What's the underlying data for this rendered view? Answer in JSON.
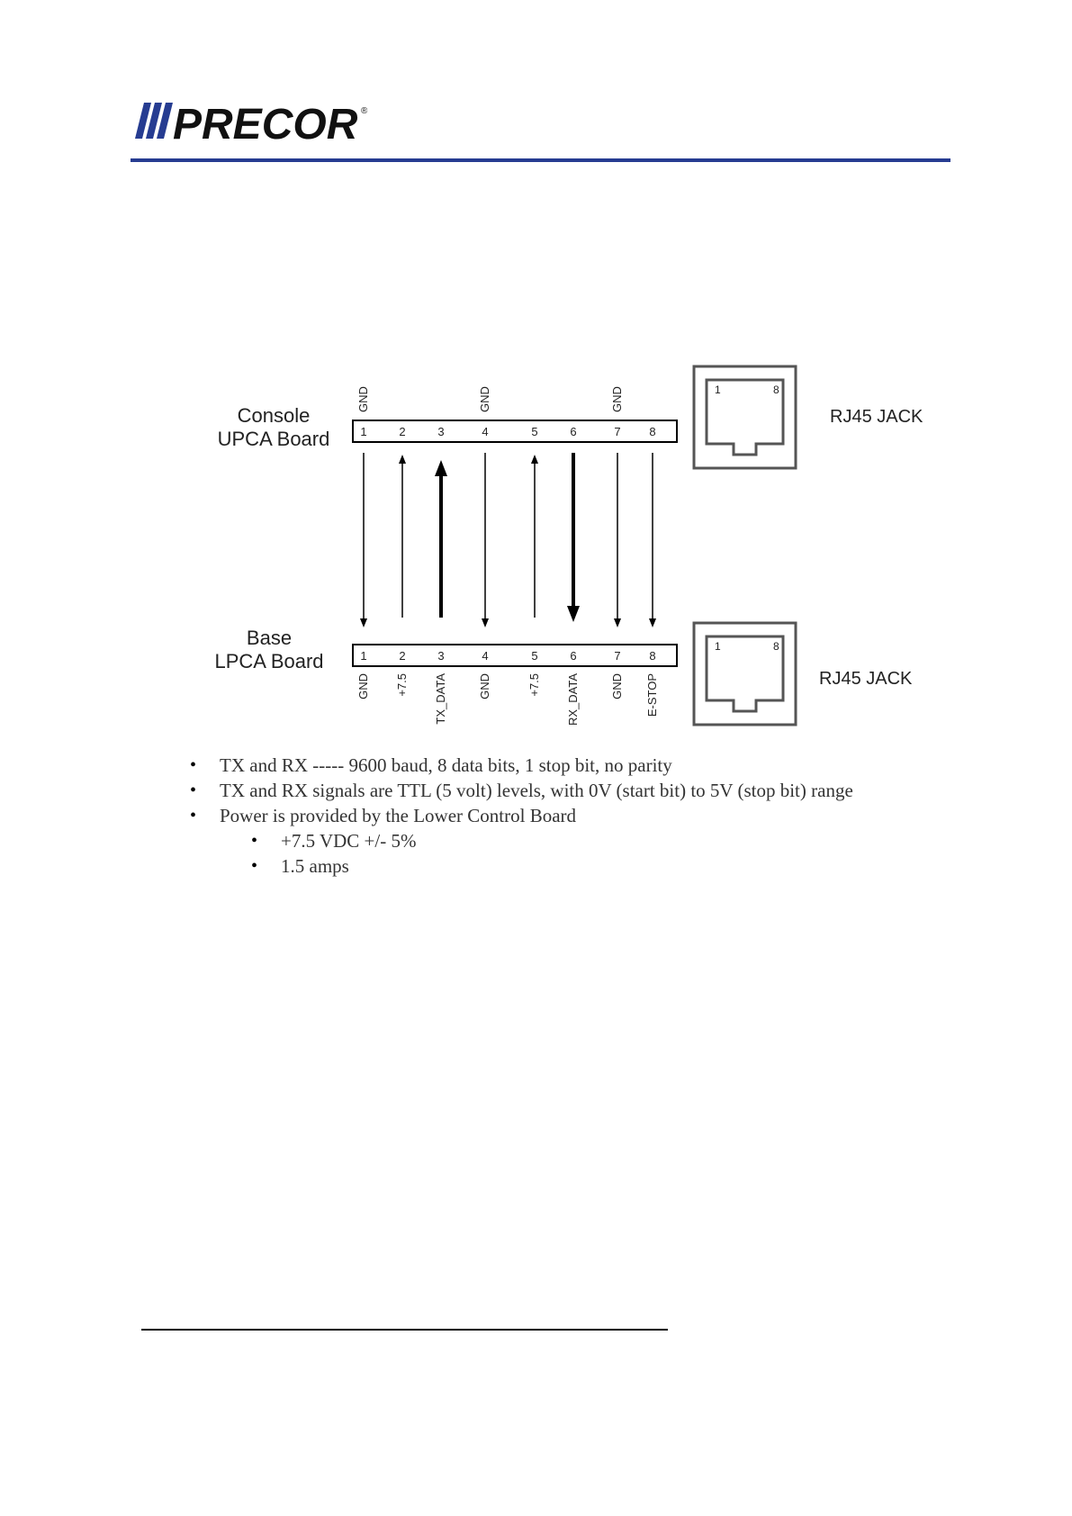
{
  "header": {
    "logo_text": "PRECOR",
    "logo_mark": "®",
    "brand_color": "#263C91"
  },
  "diagram": {
    "top_connector": {
      "label_line1": "Console",
      "label_line2": "UPCA Board",
      "pins": [
        "1",
        "2",
        "3",
        "4",
        "5",
        "6",
        "7",
        "8"
      ],
      "pin_labels": [
        "GND",
        "",
        "",
        "GND",
        "",
        "",
        "GND",
        ""
      ]
    },
    "bottom_connector": {
      "label_line1": "Base",
      "label_line2": "LPCA Board",
      "pins": [
        "1",
        "2",
        "3",
        "4",
        "5",
        "6",
        "7",
        "8"
      ],
      "pin_labels": [
        "GND",
        "+7.5",
        "TX_DATA",
        "GND",
        "+7.5",
        "RX_DATA",
        "GND",
        "E-STOP"
      ]
    },
    "signal_directions": [
      "down",
      "up",
      "up",
      "down",
      "up",
      "down",
      "down",
      "down"
    ],
    "jack_top": {
      "label": "RJ45 JACK",
      "pin_left": "1",
      "pin_right": "8"
    },
    "jack_bottom": {
      "label": "RJ45 JACK",
      "pin_left": "1",
      "pin_right": "8"
    }
  },
  "bullets": [
    "TX and RX  -----  9600 baud, 8 data bits, 1 stop bit, no parity",
    "TX and RX signals are TTL (5 volt) levels, with 0V (start bit) to 5V (stop bit) range",
    "Power is provided by the Lower Control Board"
  ],
  "sub_bullets": [
    "+7.5 VDC +/-  5%",
    "1.5 amps"
  ]
}
